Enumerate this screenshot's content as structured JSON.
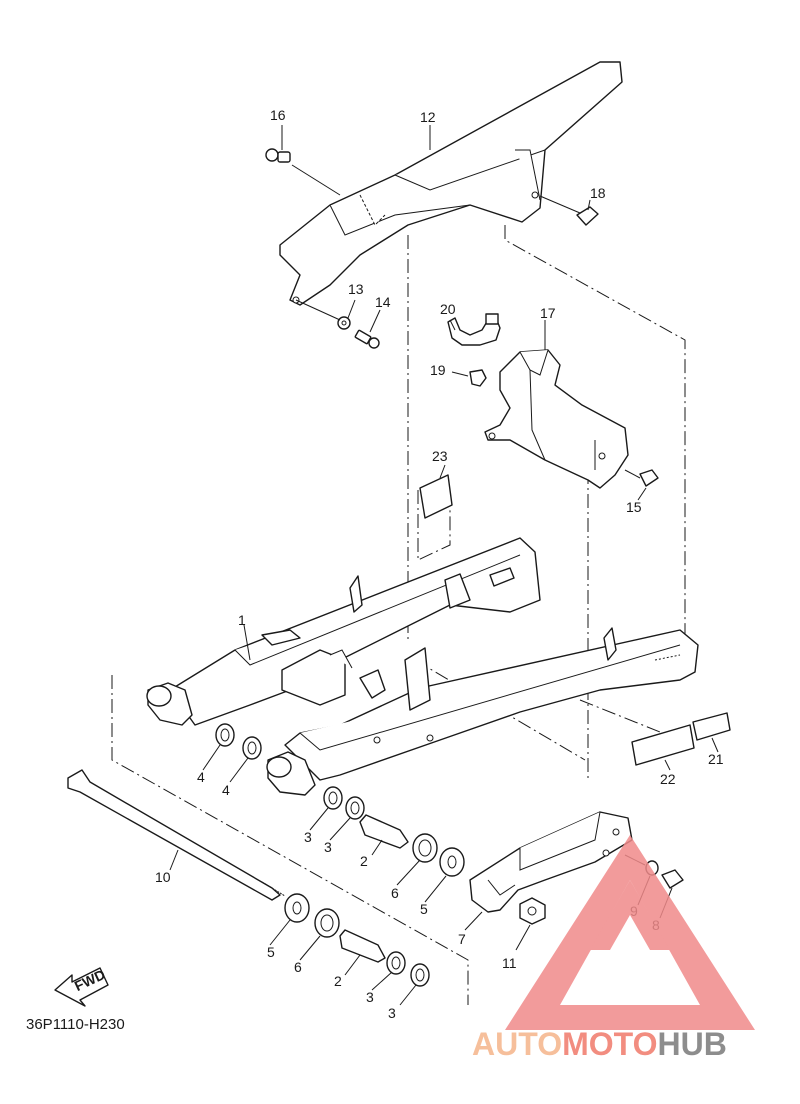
{
  "callouts": [
    "1",
    "2",
    "3",
    "4",
    "5",
    "6",
    "7",
    "8",
    "9",
    "10",
    "11",
    "12",
    "13",
    "14",
    "15",
    "16",
    "17",
    "18",
    "19",
    "20",
    "21",
    "22",
    "23"
  ],
  "fwd_label": "FWD",
  "diagram_code": "36P1110-H230",
  "watermark": {
    "part1": "AUTO",
    "part2": "MOTO",
    "part3": "HUB",
    "colors": {
      "auto": "#f5b58a",
      "moto": "#f07a6a",
      "hub": "#7a7a7a",
      "triangle": "#f08a8a"
    }
  }
}
